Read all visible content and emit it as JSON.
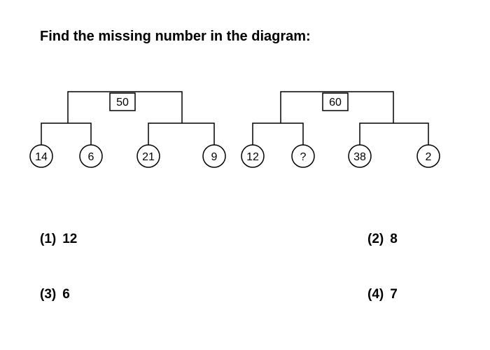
{
  "question": "Find the missing number in the diagram:",
  "trees": [
    {
      "top": "50",
      "leaves": [
        "14",
        "6",
        "21",
        "9"
      ]
    },
    {
      "top": "60",
      "leaves": [
        "12",
        "?",
        "38",
        "2"
      ]
    }
  ],
  "options": [
    {
      "number": "(1)",
      "value": "12"
    },
    {
      "number": "(2)",
      "value": "8"
    },
    {
      "number": "(3)",
      "value": "6"
    },
    {
      "number": "(4)",
      "value": "7"
    }
  ]
}
